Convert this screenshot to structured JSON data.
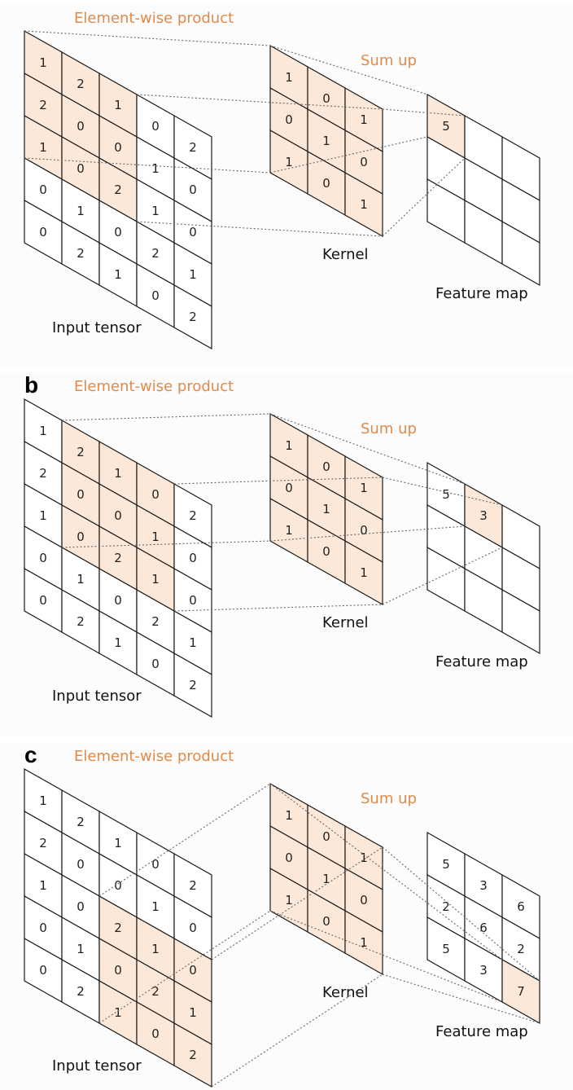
{
  "labels": {
    "elementwise": "Element-wise product",
    "sum_up": "Sum up",
    "input": "Input tensor",
    "kernel": "Kernel",
    "feature": "Feature map"
  },
  "input_tensor": [
    [
      "1",
      "2",
      "1",
      "0",
      "2"
    ],
    [
      "2",
      "0",
      "0",
      "1",
      "0"
    ],
    [
      "1",
      "0",
      "2",
      "1",
      "0"
    ],
    [
      "0",
      "1",
      "0",
      "2",
      "1"
    ],
    [
      "0",
      "2",
      "1",
      "0",
      "2"
    ]
  ],
  "kernel": [
    [
      "1",
      "0",
      "1"
    ],
    [
      "0",
      "1",
      "0"
    ],
    [
      "1",
      "0",
      "1"
    ]
  ],
  "panels": [
    {
      "letter": "",
      "window": [
        0,
        0
      ],
      "feature_map": [
        [
          "5",
          "",
          ""
        ],
        [
          "",
          "",
          ""
        ],
        [
          "",
          "",
          ""
        ]
      ],
      "active_output": [
        0,
        0
      ]
    },
    {
      "letter": "b",
      "window": [
        0,
        1
      ],
      "feature_map": [
        [
          "5",
          "3",
          ""
        ],
        [
          "",
          "",
          ""
        ],
        [
          "",
          "",
          ""
        ]
      ],
      "active_output": [
        0,
        1
      ]
    },
    {
      "letter": "c",
      "window": [
        2,
        2
      ],
      "feature_map": [
        [
          "5",
          "3",
          "6"
        ],
        [
          "2",
          "6",
          "2"
        ],
        [
          "5",
          "3",
          "7"
        ]
      ],
      "active_output": [
        2,
        2
      ]
    }
  ],
  "colors": {
    "highlight_fill": "#fbe8d8",
    "label_orange": "#e08a4a"
  }
}
